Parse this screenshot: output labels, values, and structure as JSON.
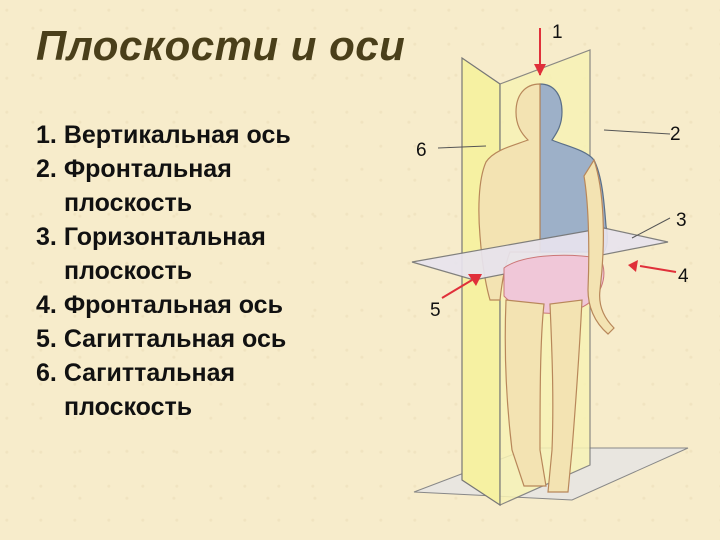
{
  "title": "Плоскости и оси",
  "legend": [
    {
      "num": "1.",
      "line1": "Вертикальная ось",
      "line2": ""
    },
    {
      "num": "2.",
      "line1": "Фронтальная",
      "line2": "плоскость"
    },
    {
      "num": "3.",
      "line1": "Горизонтальная",
      "line2": "плоскость"
    },
    {
      "num": "4.",
      "line1": "Фронтальная ось",
      "line2": ""
    },
    {
      "num": "5.",
      "line1": "Сагиттальная ось",
      "line2": ""
    },
    {
      "num": "6.",
      "line1": "Сагиттальная",
      "line2": "плоскость"
    }
  ],
  "figure_labels": {
    "l1": "1",
    "l2": "2",
    "l3": "3",
    "l4": "4",
    "l5": "5",
    "l6": "6"
  },
  "colors": {
    "sagittal_plane": "#f6f1a2",
    "frontal_plane": "#9db0c8",
    "horizontal_plane": "#f0d8e0",
    "body_outline": "#b8875a",
    "arrow": "#e0303a"
  }
}
